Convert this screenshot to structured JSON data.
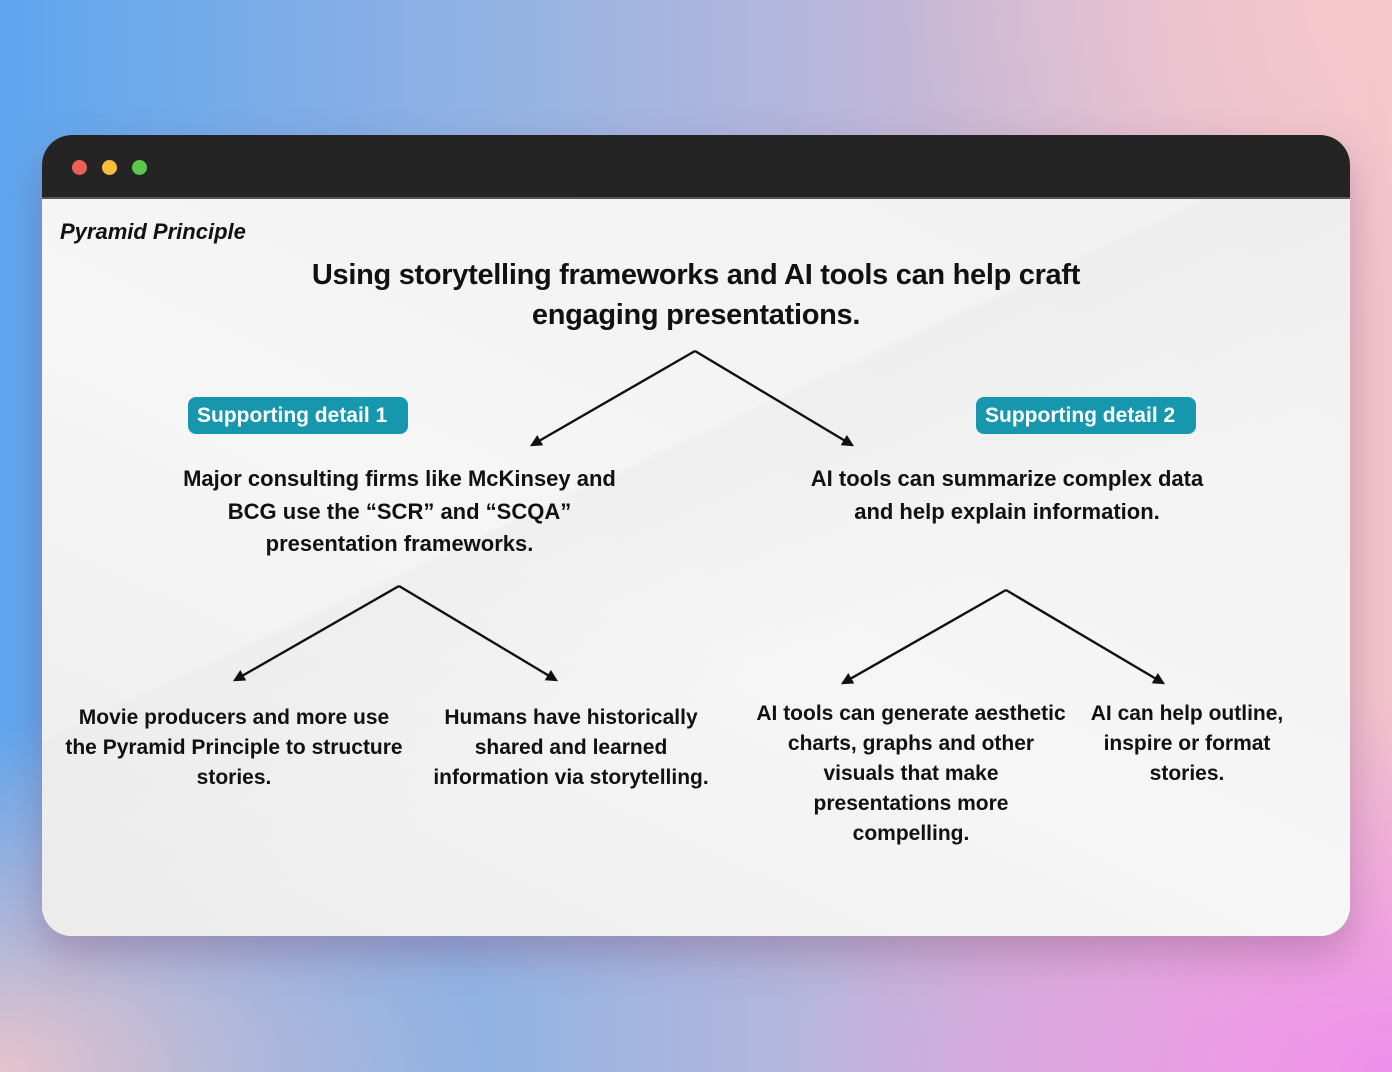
{
  "window": {
    "controls": [
      {
        "name": "close",
        "color": "#ec5f57"
      },
      {
        "name": "minimize",
        "color": "#f6bd3c"
      },
      {
        "name": "maximize",
        "color": "#5bc84d"
      }
    ]
  },
  "slide": {
    "label": "Pyramid Principle",
    "title": "Using storytelling frameworks and AI tools can help craft engaging presentations.",
    "accent_color": "#1797ad",
    "branches": [
      {
        "tag": "Supporting detail 1",
        "text": "Major consulting firms like McKinsey and BCG use the “SCR” and “SCQA” presentation frameworks.",
        "children": [
          {
            "text": "Movie producers and more use the Pyramid Principle to structure stories."
          },
          {
            "text": "Humans have historically shared and learned information via storytelling."
          }
        ]
      },
      {
        "tag": "Supporting detail 2",
        "text": "AI tools can summarize complex data and help explain information.",
        "children": [
          {
            "text": "AI tools can generate aesthetic charts, graphs and other visuals that make presentations more compelling."
          },
          {
            "text": "AI can help outline, inspire or format stories."
          }
        ]
      }
    ]
  }
}
